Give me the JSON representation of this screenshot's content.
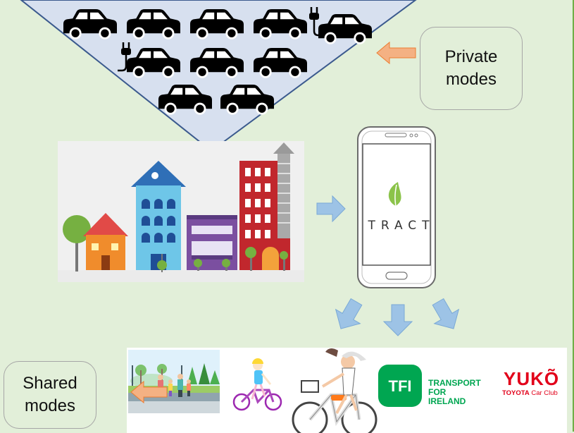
{
  "callouts": {
    "private": {
      "line1": "Private",
      "line2": "modes"
    },
    "shared": {
      "line1": "Shared",
      "line2": "modes"
    }
  },
  "app": {
    "name": "TRACT"
  },
  "logos": {
    "tfi": {
      "mark": "TFI",
      "line1": "TRANSPORT",
      "line2": "FOR",
      "line3": "IRELAND"
    },
    "yuko": {
      "name": "YUKÕ",
      "tagline_brand": "TOYOTA",
      "tagline_rest": " Car Club"
    }
  },
  "icons": [
    "car-icon",
    "ev-plug-icon",
    "leaf-icon",
    "arrow-right-icon",
    "arrow-down-icon",
    "bicycle-icon"
  ],
  "colors": {
    "background": "#e2efd9",
    "triangle": "#d7e0ef",
    "triangle_border": "#3b5a8e",
    "arrow_orange": "#f4b183",
    "arrow_blue": "#9dc3e6",
    "tfi_green": "#00a651",
    "yuko_red": "#e2001a"
  }
}
